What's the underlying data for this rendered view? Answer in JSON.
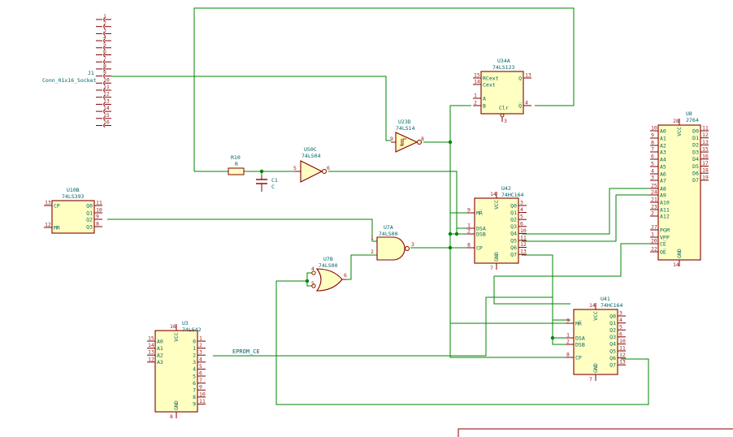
{
  "sheet": {
    "net_label": "EPROM_CE"
  },
  "connector": {
    "ref": "J1",
    "value": "Conn_01x16_Socket",
    "pins": [
      "1",
      "2",
      "3",
      "4",
      "5",
      "6",
      "7",
      "8",
      "9",
      "10",
      "11",
      "12",
      "13",
      "14",
      "15",
      "16"
    ]
  },
  "resistor": {
    "ref": "R10",
    "value": "R"
  },
  "capacitor": {
    "ref": "C1",
    "value": "C"
  },
  "buffer_u50c": {
    "ref": "U50C",
    "value": "74LS04",
    "in": "5",
    "out": "6"
  },
  "schmitt_u23d": {
    "ref": "U23D",
    "value": "74LS14",
    "in": "9",
    "out": "8"
  },
  "monostable_u34a": {
    "ref": "U34A",
    "value": "74LS123",
    "left": [
      {
        "n": "15",
        "l": "RCext"
      },
      {
        "n": "14",
        "l": "Cext"
      },
      {
        "n": "1",
        "l": "A"
      },
      {
        "n": "2",
        "l": "B"
      }
    ],
    "right": [
      {
        "n": "13",
        "l": "Q"
      },
      {
        "n": "4",
        "l": "Q̅"
      }
    ],
    "clr": {
      "n": "3",
      "l": "Clr"
    }
  },
  "counter_u10b": {
    "ref": "U10B",
    "value": "74LS393",
    "left": [
      {
        "n": "13",
        "l": "CP"
      },
      {
        "n": "12",
        "l": "MR"
      }
    ],
    "right": [
      {
        "n": "11",
        "l": "Q0"
      },
      {
        "n": "10",
        "l": "Q1"
      },
      {
        "n": "9",
        "l": "Q2"
      },
      {
        "n": "8",
        "l": "Q3"
      }
    ]
  },
  "and_u7a": {
    "ref": "U7A",
    "value": "74LS00",
    "in1": "1",
    "in2": "2",
    "out": "3"
  },
  "or_u7b": {
    "ref": "U7B",
    "value": "74LS00",
    "in1": "4",
    "in2": "5",
    "out": "6"
  },
  "shift_u42": {
    "ref": "U42",
    "value": "74HC164",
    "left": [
      {
        "n": "9",
        "l": "MR̅"
      },
      {
        "n": "1",
        "l": "DSA"
      },
      {
        "n": "2",
        "l": "DSB"
      },
      {
        "n": "8",
        "l": "CP"
      }
    ],
    "right": [
      {
        "n": "3",
        "l": "Q0"
      },
      {
        "n": "4",
        "l": "Q1"
      },
      {
        "n": "5",
        "l": "Q2"
      },
      {
        "n": "6",
        "l": "Q3"
      },
      {
        "n": "10",
        "l": "Q4"
      },
      {
        "n": "11",
        "l": "Q5"
      },
      {
        "n": "12",
        "l": "Q6"
      },
      {
        "n": "13",
        "l": "Q7"
      }
    ],
    "vcc": {
      "n": "14",
      "l": "VCC"
    },
    "gnd": {
      "n": "7",
      "l": "GND"
    }
  },
  "shift_u41": {
    "ref": "U41",
    "value": "74HC164",
    "left": [
      {
        "n": "9",
        "l": "MR̅"
      },
      {
        "n": "1",
        "l": "DSA"
      },
      {
        "n": "2",
        "l": "DSB"
      },
      {
        "n": "8",
        "l": "CP"
      }
    ],
    "right": [
      {
        "n": "3",
        "l": "Q0"
      },
      {
        "n": "4",
        "l": "Q1"
      },
      {
        "n": "5",
        "l": "Q2"
      },
      {
        "n": "6",
        "l": "Q3"
      },
      {
        "n": "10",
        "l": "Q4"
      },
      {
        "n": "11",
        "l": "Q5"
      },
      {
        "n": "12",
        "l": "Q6"
      },
      {
        "n": "13",
        "l": "Q7"
      }
    ],
    "vcc": {
      "n": "14",
      "l": "VCC"
    },
    "gnd": {
      "n": "7",
      "l": "GND"
    }
  },
  "decoder_u3": {
    "ref": "U3",
    "value": "74LS42",
    "left": [
      {
        "n": "15",
        "l": "A0"
      },
      {
        "n": "14",
        "l": "A1"
      },
      {
        "n": "13",
        "l": "A2"
      },
      {
        "n": "12",
        "l": "A3"
      }
    ],
    "right": [
      {
        "n": "1",
        "l": "0"
      },
      {
        "n": "2",
        "l": "1"
      },
      {
        "n": "3",
        "l": "2"
      },
      {
        "n": "4",
        "l": "3"
      },
      {
        "n": "5",
        "l": "4"
      },
      {
        "n": "6",
        "l": "5"
      },
      {
        "n": "7",
        "l": "6"
      },
      {
        "n": "9",
        "l": "7"
      },
      {
        "n": "10",
        "l": "8"
      },
      {
        "n": "11",
        "l": "9"
      }
    ],
    "vcc": {
      "n": "16",
      "l": "VCC"
    },
    "gnd": {
      "n": "8",
      "l": "GND"
    }
  },
  "eprom_u8": {
    "ref": "U8",
    "value": "2764",
    "left": [
      {
        "n": "10",
        "l": "A0"
      },
      {
        "n": "9",
        "l": "A1"
      },
      {
        "n": "8",
        "l": "A2"
      },
      {
        "n": "7",
        "l": "A3"
      },
      {
        "n": "6",
        "l": "A4"
      },
      {
        "n": "5",
        "l": "A5"
      },
      {
        "n": "4",
        "l": "A6"
      },
      {
        "n": "3",
        "l": "A7"
      },
      {
        "n": "25",
        "l": "A8"
      },
      {
        "n": "24",
        "l": "A9"
      },
      {
        "n": "21",
        "l": "A10"
      },
      {
        "n": "23",
        "l": "A11"
      },
      {
        "n": "2",
        "l": "A12"
      },
      {
        "n": "27",
        "l": "PGM"
      },
      {
        "n": "1",
        "l": "VPP"
      },
      {
        "n": "20",
        "l": "CE̅"
      },
      {
        "n": "22",
        "l": "OE̅"
      }
    ],
    "right": [
      {
        "n": "11",
        "l": "D0"
      },
      {
        "n": "12",
        "l": "D1"
      },
      {
        "n": "13",
        "l": "D2"
      },
      {
        "n": "15",
        "l": "D3"
      },
      {
        "n": "16",
        "l": "D4"
      },
      {
        "n": "17",
        "l": "D5"
      },
      {
        "n": "18",
        "l": "D6"
      },
      {
        "n": "19",
        "l": "D7"
      }
    ],
    "vcc": {
      "n": "28",
      "l": "VCC"
    },
    "gnd": {
      "n": "14",
      "l": "GND"
    }
  }
}
